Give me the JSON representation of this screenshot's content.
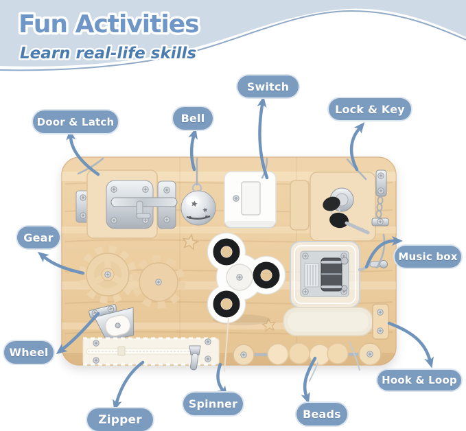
{
  "header": {
    "title": "Fun Activities",
    "subtitle": "Learn real-life skills"
  },
  "labels": [
    {
      "id": "door-latch",
      "text": "Door & Latch"
    },
    {
      "id": "bell",
      "text": "Bell"
    },
    {
      "id": "switch",
      "text": "Switch"
    },
    {
      "id": "lock-key",
      "text": "Lock & Key"
    },
    {
      "id": "gear",
      "text": "Gear"
    },
    {
      "id": "music-box",
      "text": "Music box"
    },
    {
      "id": "wheel",
      "text": "Wheel"
    },
    {
      "id": "zipper",
      "text": "Zipper"
    },
    {
      "id": "spinner",
      "text": "Spinner"
    },
    {
      "id": "beads",
      "text": "Beads"
    },
    {
      "id": "hook-loop",
      "text": "Hook & Loop"
    }
  ],
  "colors": {
    "header_bg": "#cfdae7",
    "header_line": "#8fa9c6",
    "title": "#6e96c6",
    "subtitle": "#4a7cb0",
    "pill_bg": "#7b9bbf",
    "pill_text": "#ffffff",
    "arrow": "#6f93ba",
    "board_wood": "#eccfa3",
    "panel_wood": "#f2debd"
  }
}
